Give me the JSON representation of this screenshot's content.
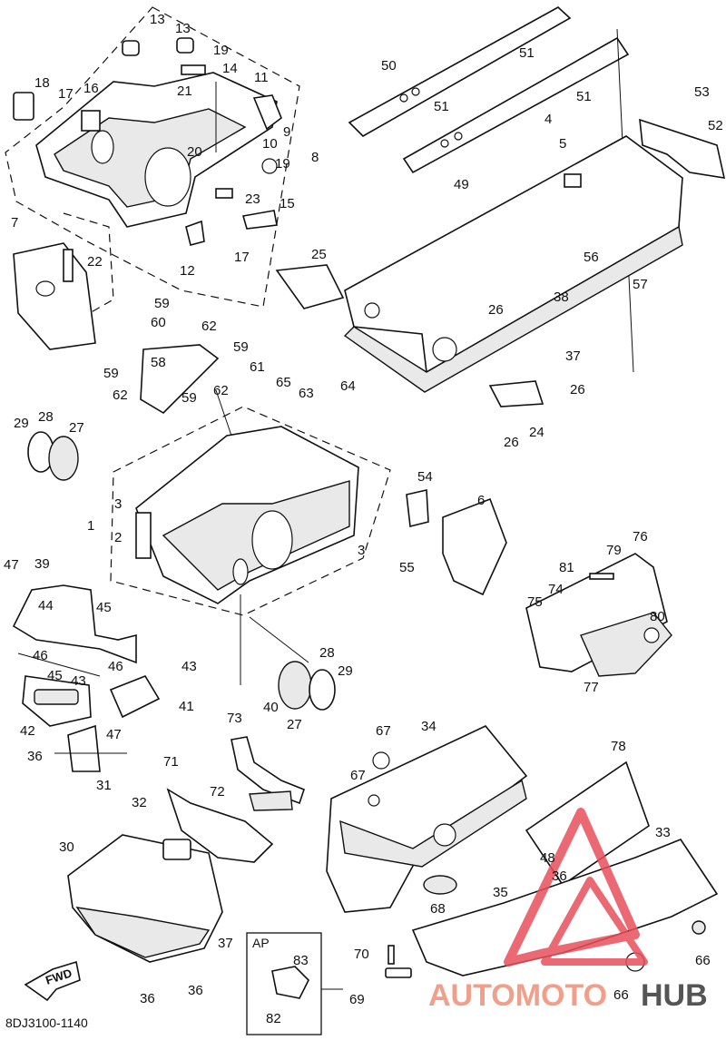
{
  "diagram": {
    "catalog_code": "8DJ3100-1140",
    "fwd_label": "FWD",
    "ap_label": "AP",
    "watermark": {
      "part1": "AUTOMOTO",
      "part2": "HUB",
      "color_part1": "#f0a08a",
      "color_part2": "#555555",
      "logo_color": "#e8505b"
    },
    "callouts": {
      "n1": "1",
      "n2": "2",
      "n3a": "3",
      "n3b": "3",
      "n4": "4",
      "n5": "5",
      "n6": "6",
      "n7": "7",
      "n8": "8",
      "n9": "9",
      "n10": "10",
      "n11": "11",
      "n12": "12",
      "n13a": "13",
      "n13b": "13",
      "n14": "14",
      "n15": "15",
      "n16": "16",
      "n17a": "17",
      "n17b": "17",
      "n18": "18",
      "n19a": "19",
      "n19b": "19",
      "n20": "20",
      "n21": "21",
      "n22": "22",
      "n23": "23",
      "n24": "24",
      "n25": "25",
      "n26a": "26",
      "n26b": "26",
      "n26c": "26",
      "n27a": "27",
      "n27b": "27",
      "n28a": "28",
      "n28b": "28",
      "n29a": "29",
      "n29b": "29",
      "n30": "30",
      "n31": "31",
      "n32": "32",
      "n33": "33",
      "n34": "34",
      "n35": "35",
      "n36a": "36",
      "n36b": "36",
      "n36c": "36",
      "n36d": "36",
      "n37a": "37",
      "n37b": "37",
      "n38": "38",
      "n39": "39",
      "n40": "40",
      "n41": "41",
      "n42": "42",
      "n43a": "43",
      "n43b": "43",
      "n44": "44",
      "n45a": "45",
      "n45b": "45",
      "n46a": "46",
      "n46b": "46",
      "n47a": "47",
      "n47b": "47",
      "n48": "48",
      "n49": "49",
      "n50": "50",
      "n51a": "51",
      "n51b": "51",
      "n51c": "51",
      "n52": "52",
      "n53": "53",
      "n54": "54",
      "n55": "55",
      "n56": "56",
      "n57": "57",
      "n58": "58",
      "n59a": "59",
      "n59b": "59",
      "n59c": "59",
      "n59d": "59",
      "n60": "60",
      "n61": "61",
      "n62a": "62",
      "n62b": "62",
      "n62c": "62",
      "n63": "63",
      "n64": "64",
      "n65": "65",
      "n66a": "66",
      "n66b": "66",
      "n67a": "67",
      "n67b": "67",
      "n68": "68",
      "n69": "69",
      "n70": "70",
      "n71": "71",
      "n72": "72",
      "n73": "73",
      "n74": "74",
      "n75": "75",
      "n76": "76",
      "n77": "77",
      "n78": "78",
      "n79": "79",
      "n80": "80",
      "n81": "81",
      "n82": "82",
      "n83": "83"
    }
  }
}
